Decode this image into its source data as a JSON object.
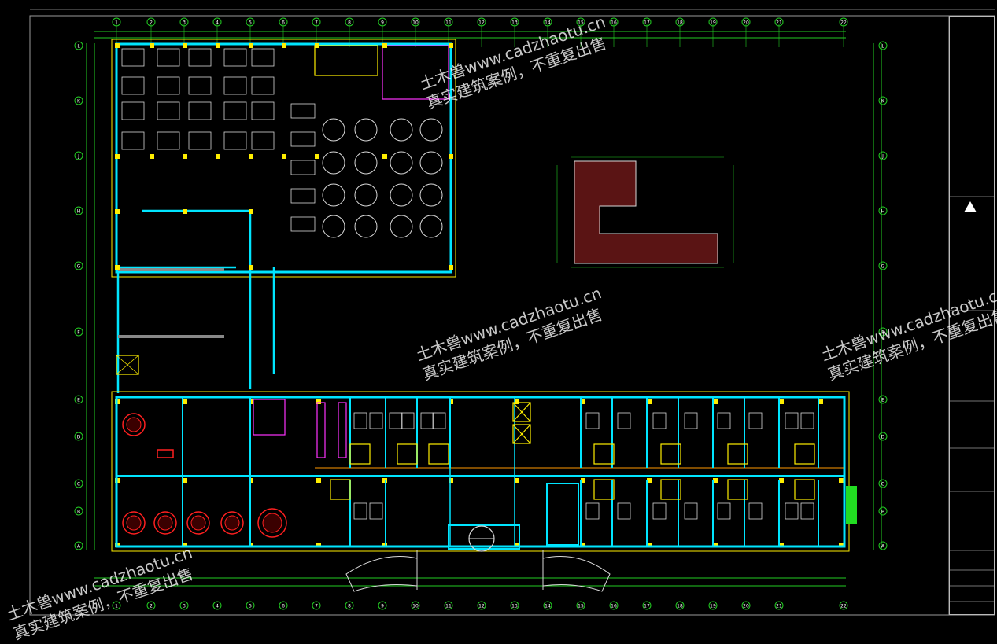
{
  "watermark": {
    "line1": "土木兽www.cadzhaotu.cn",
    "line2": "真实建筑案例，不重复出售"
  },
  "grid_bubbles": {
    "top": [
      "1",
      "2",
      "3",
      "4",
      "5",
      "6",
      "7",
      "8",
      "9",
      "10",
      "11",
      "12",
      "13",
      "14",
      "15",
      "16",
      "17",
      "18",
      "19",
      "20",
      "21",
      "22"
    ],
    "left": [
      "L",
      "K",
      "J",
      "H",
      "G",
      "F",
      "E",
      "D",
      "C",
      "B",
      "A"
    ]
  },
  "colors": {
    "background": "#000000",
    "wall_cyan": "#00e5ff",
    "axis_green": "#22cc22",
    "column_yellow": "#ffee00",
    "furniture_white": "#d8d8d8",
    "door_yellow": "#e8e800",
    "magenta": "#ff33ff",
    "red": "#ff2020",
    "orange": "#ff9900",
    "hatch_dark_red": "#5a1414",
    "frame_gray": "#9a9a9a"
  }
}
